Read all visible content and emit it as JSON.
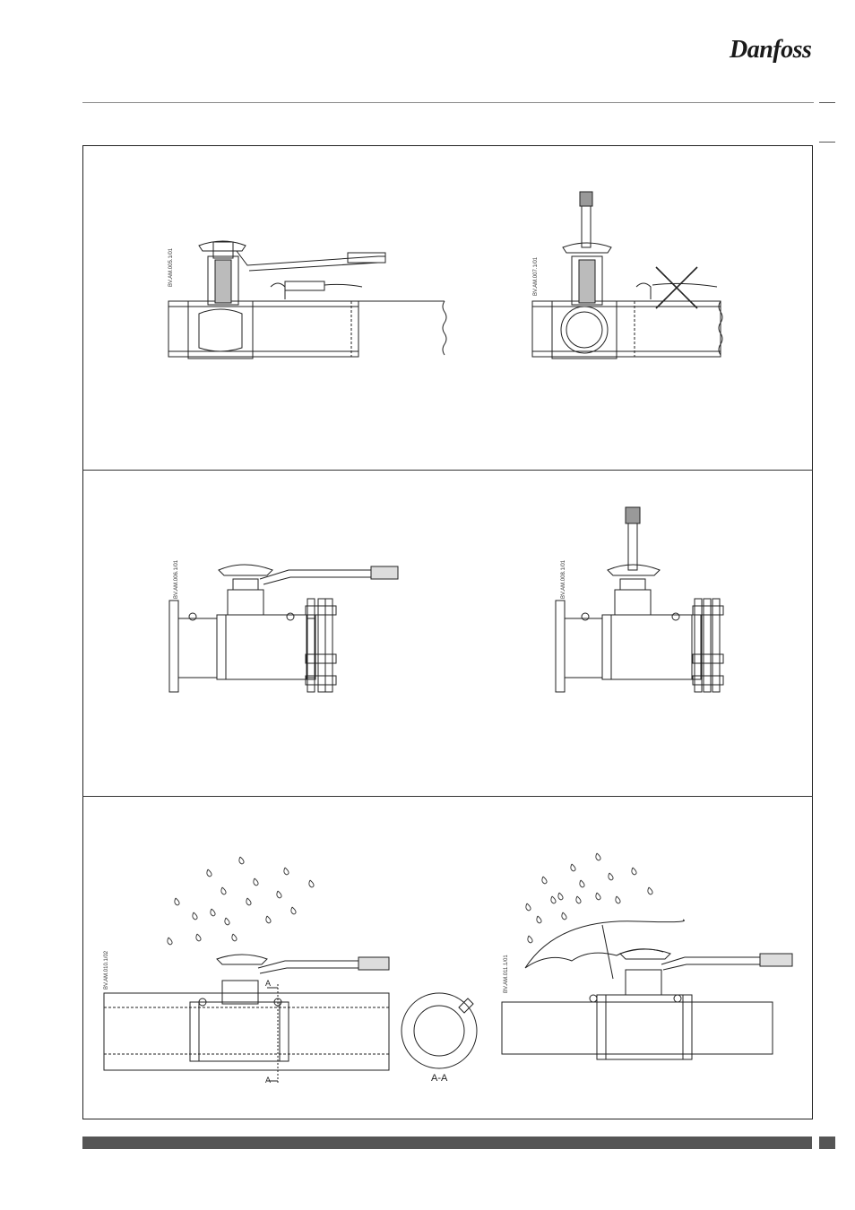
{
  "header": {
    "brand": "Danfoss"
  },
  "figures": {
    "codes": [
      "BV.AM.005.1/01",
      "BV.AM.007.1/01",
      "BV.AM.006.1/01",
      "BV.AM.008.1/01",
      "BV.AM.010.1/02",
      "BV.AM.011.1/01"
    ],
    "section_label": "A-A",
    "dim_label_a": "A",
    "dim_label_b": "A"
  }
}
